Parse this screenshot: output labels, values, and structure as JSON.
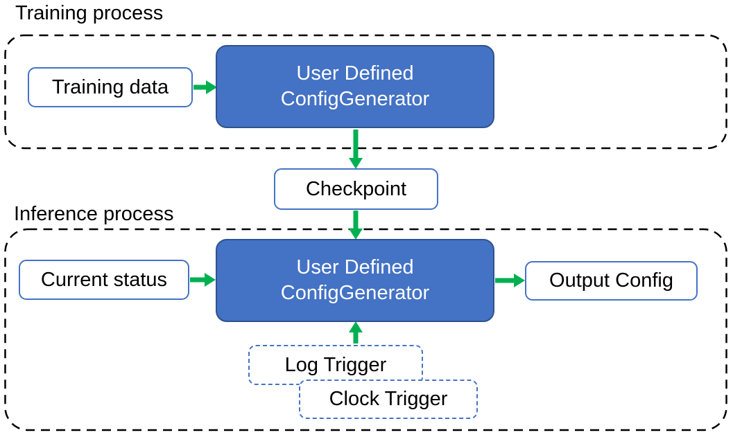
{
  "colors": {
    "node_fill": "#4472C4",
    "node_border": "#2F528F",
    "io_box_border": "#4472C4",
    "trigger_border": "#4472C4",
    "arrow": "#00B050",
    "container_border": "#000000",
    "text": "#000000",
    "node_text": "#FFFFFF"
  },
  "training": {
    "section_label": "Training process",
    "input_label": "Training data",
    "generator_label_line1": "User Defined",
    "generator_label_line2": "ConfigGenerator"
  },
  "checkpoint_label": "Checkpoint",
  "inference": {
    "section_label": "Inference process",
    "input_label": "Current status",
    "generator_label_line1": "User Defined",
    "generator_label_line2": "ConfigGenerator",
    "output_label": "Output Config",
    "log_trigger_label": "Log Trigger",
    "clock_trigger_label": "Clock Trigger"
  }
}
